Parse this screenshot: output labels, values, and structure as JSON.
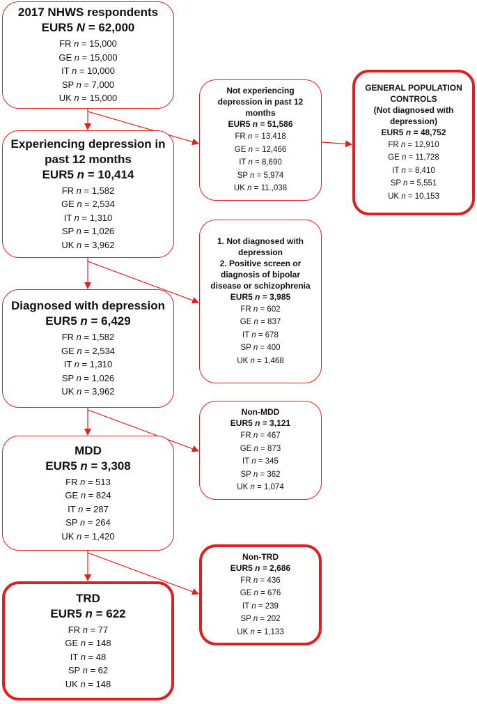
{
  "colors": {
    "border": "#e02020",
    "arrow": "#e02020"
  },
  "main_boxes": {
    "respondents": {
      "title": "2017 NHWS respondents",
      "total": "EUR5 N = 62,000",
      "rows": [
        "FR n = 15,000",
        "GE n = 15,000",
        "IT n = 10,000",
        "SP n = 7,000",
        "UK n = 15,000"
      ]
    },
    "depressed": {
      "title": "Experiencing depression in past 12 months",
      "total": "EUR5 n = 10,414",
      "rows": [
        "FR n = 1,582",
        "GE n = 2,534",
        "IT n = 1,310",
        "SP n = 1,026",
        "UK n = 3,962"
      ]
    },
    "diagnosed": {
      "title": "Diagnosed with depression",
      "total": "EUR5 n = 6,429",
      "rows": [
        "FR n = 1,582",
        "GE n = 2,534",
        "IT n = 1,310",
        "SP n = 1,026",
        "UK n = 3,962"
      ]
    },
    "mdd": {
      "title": "MDD",
      "total": "EUR5 n = 3,308",
      "rows": [
        "FR n = 513",
        "GE n = 824",
        "IT n = 287",
        "SP n = 264",
        "UK n = 1,420"
      ]
    },
    "trd": {
      "title": "TRD",
      "total": "EUR5 n = 622",
      "rows": [
        "FR n = 77",
        "GE n = 148",
        "IT n = 48",
        "SP n = 62",
        "UK n = 148"
      ]
    }
  },
  "side_boxes": {
    "not_experiencing": {
      "title": "Not experiencing depression in past 12 months",
      "total": "EUR5 n = 51,586",
      "rows": [
        "FR n = 13,418",
        "GE n = 12,466",
        "IT n = 8,690",
        "SP n = 5,974",
        "UK n = 11.,038"
      ]
    },
    "general_population": {
      "title": "GENERAL POPULATION CONTROLS",
      "subtitle": "(Not diagnosed with depression)",
      "total": "EUR5 n = 48,752",
      "rows": [
        "FR n = 12,910",
        "GE n = 11,728",
        "IT n = 8,410",
        "SP n = 5,551",
        "UK n = 10,153"
      ]
    },
    "not_diagnosed": {
      "title": "1. Not diagnosed with depression",
      "title2": "2. Positive screen or diagnosis of bipolar disease or schizophrenia",
      "total": "EUR5 n = 3,985",
      "rows": [
        "FR n = 602",
        "GE n = 837",
        "IT n = 678",
        "SP n = 400",
        "UK n = 1,468"
      ]
    },
    "non_mdd": {
      "title": "Non-MDD",
      "total": "EUR5 n = 3,121",
      "rows": [
        "FR n = 467",
        "GE n = 873",
        "IT n = 345",
        "SP n = 362",
        "UK n = 1,074"
      ]
    },
    "non_trd": {
      "title": "Non-TRD",
      "total": "EUR5 n = 2,686",
      "rows": [
        "FR n = 436",
        "GE n = 676",
        "IT n = 239",
        "SP n = 202",
        "UK n = 1,133"
      ]
    }
  }
}
